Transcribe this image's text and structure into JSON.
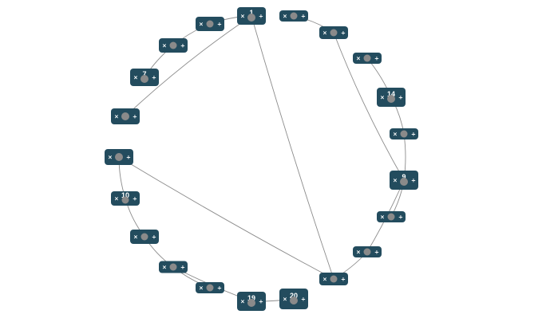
{
  "graph": {
    "button_remove": "×",
    "button_add": "+",
    "nodes": [
      {
        "id": "n_top",
        "label": "1"
      },
      {
        "id": "n_tl1",
        "label": ""
      },
      {
        "id": "n_tl2",
        "label": ""
      },
      {
        "id": "n_tl3",
        "label": "7"
      },
      {
        "id": "n_tl4",
        "label": ""
      },
      {
        "id": "n_l1",
        "label": ""
      },
      {
        "id": "n_l2",
        "label": "10"
      },
      {
        "id": "n_l3",
        "label": ""
      },
      {
        "id": "n_l4",
        "label": ""
      },
      {
        "id": "n_bl1",
        "label": ""
      },
      {
        "id": "n_19",
        "label": "19"
      },
      {
        "id": "n_20",
        "label": "20"
      },
      {
        "id": "n_br",
        "label": ""
      },
      {
        "id": "n_r1",
        "label": ""
      },
      {
        "id": "n_r2",
        "label": ""
      },
      {
        "id": "n_9",
        "label": "9"
      },
      {
        "id": "n_r3",
        "label": ""
      },
      {
        "id": "n_14",
        "label": "14"
      },
      {
        "id": "n_r4",
        "label": ""
      },
      {
        "id": "n_r5",
        "label": ""
      },
      {
        "id": "n_tr",
        "label": ""
      }
    ],
    "edges": [
      [
        "n_top",
        "n_tl1"
      ],
      [
        "n_tl1",
        "n_tl2"
      ],
      [
        "n_tl2",
        "n_tl3"
      ],
      [
        "n_top",
        "n_tl4"
      ],
      [
        "n_top",
        "n_br"
      ],
      [
        "n_l1",
        "n_l2"
      ],
      [
        "n_l2",
        "n_l3"
      ],
      [
        "n_l3",
        "n_l4"
      ],
      [
        "n_l4",
        "n_bl1"
      ],
      [
        "n_l4",
        "n_19"
      ],
      [
        "n_19",
        "n_20"
      ],
      [
        "n_l1",
        "n_br"
      ],
      [
        "n_br",
        "n_r1"
      ],
      [
        "n_r1",
        "n_9"
      ],
      [
        "n_r2",
        "n_9"
      ],
      [
        "n_9",
        "n_r3"
      ],
      [
        "n_r3",
        "n_14"
      ],
      [
        "n_14",
        "n_r4"
      ],
      [
        "n_9",
        "n_r5"
      ],
      [
        "n_r5",
        "n_tr"
      ]
    ]
  }
}
